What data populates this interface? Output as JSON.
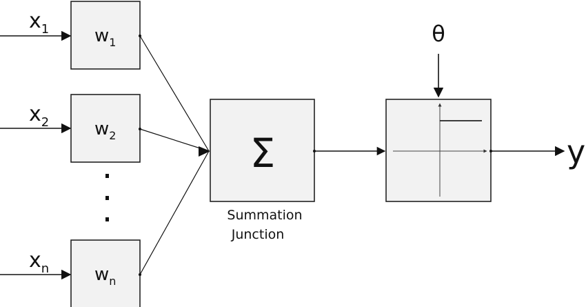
{
  "inputs": [
    {
      "var": "x",
      "sub": "1",
      "weight": "w",
      "wsub": "1"
    },
    {
      "var": "x",
      "sub": "2",
      "weight": "w",
      "wsub": "2"
    },
    {
      "var": "x",
      "sub": "n",
      "weight": "w",
      "wsub": "n"
    }
  ],
  "ellipsis": ".\n.\n.",
  "summation": {
    "symbol": "Σ",
    "caption_line1": "Summation",
    "caption_line2": "Junction"
  },
  "threshold": {
    "symbol": "θ"
  },
  "output": {
    "label": "y"
  },
  "colors": {
    "stroke": "#222222",
    "box_fill": "#f2f2f2",
    "background": "#ffffff"
  }
}
